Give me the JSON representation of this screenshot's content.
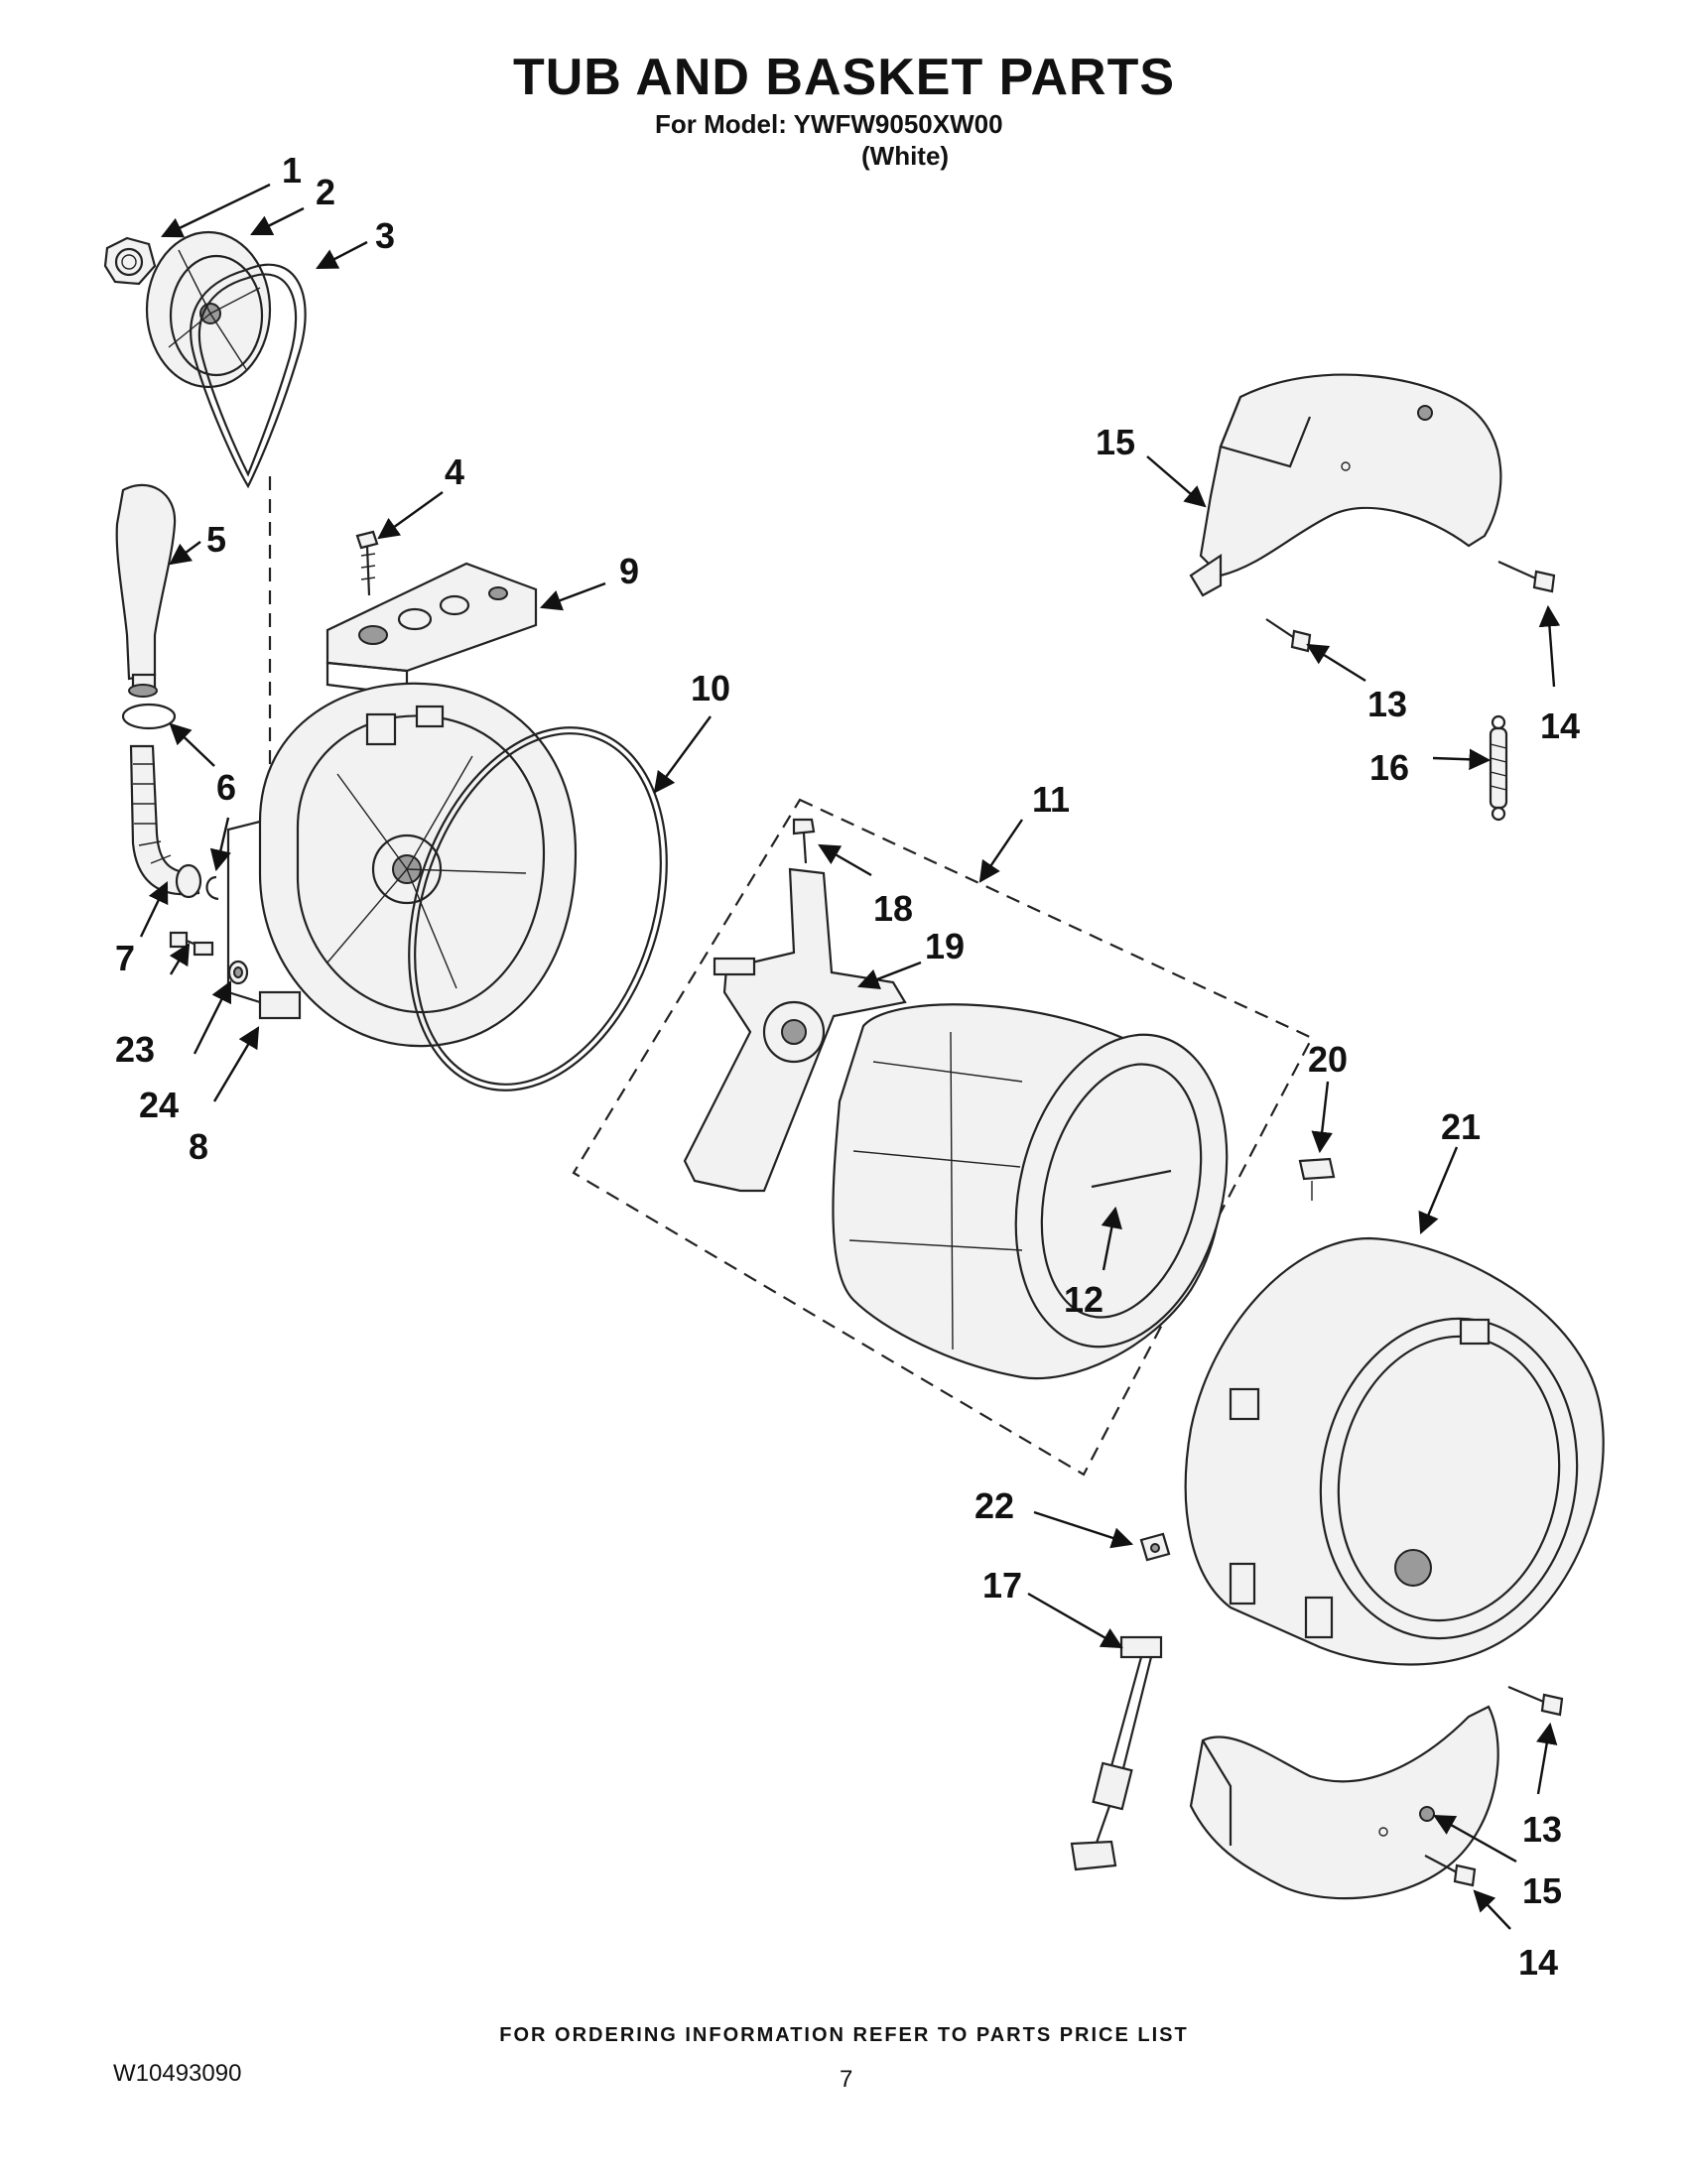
{
  "header": {
    "title": "TUB AND BASKET PARTS",
    "model_line": "For Model: YWFW9050XW00",
    "color_line": "(White)"
  },
  "callouts": [
    "1",
    "2",
    "3",
    "4",
    "5",
    "6",
    "7",
    "8",
    "9",
    "10",
    "11",
    "12",
    "13",
    "13",
    "14",
    "14",
    "15",
    "15",
    "16",
    "17",
    "18",
    "19",
    "20",
    "21",
    "22",
    "23",
    "24"
  ],
  "footer": {
    "ordering_note": "FOR ORDERING INFORMATION REFER TO PARTS PRICE LIST",
    "document_number": "W10493090",
    "page_number": "7"
  }
}
